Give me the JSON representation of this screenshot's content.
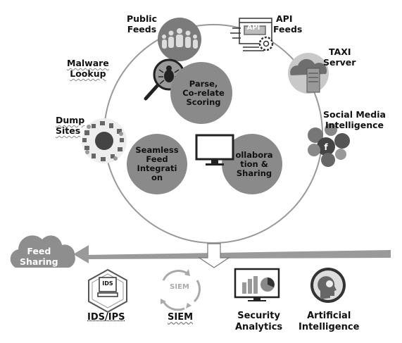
{
  "labels": {
    "public_feeds": [
      "Public",
      "Feeds"
    ],
    "api_feeds": [
      "API",
      "Feeds"
    ],
    "api_screen": "API",
    "malware_lookup": [
      "Malware",
      "Lookup"
    ],
    "taxi_server": [
      "TAXI",
      "Server"
    ],
    "social_media": [
      "Social Media",
      "Intelligence"
    ],
    "dump_sites": [
      "Dump",
      "Sites"
    ]
  },
  "process": {
    "parse": [
      "Parse,",
      "Co-relate",
      "Scoring"
    ],
    "seamless": [
      "Seamless",
      "Feed",
      "Integrati",
      "on"
    ],
    "collab": [
      "ollabora",
      "tion &",
      "Sharing"
    ]
  },
  "feed_sharing": [
    "Feed",
    "Sharing"
  ],
  "outputs": {
    "ids": {
      "label": "IDS/IPS",
      "icon_text": "IDS"
    },
    "siem": {
      "label": "SIEM",
      "icon_text": "SIEM"
    },
    "analytics": {
      "label": [
        "Security",
        "Analytics"
      ]
    },
    "ai": {
      "label": [
        "Artificial",
        "Intelligence"
      ]
    }
  },
  "colors": {
    "gray_circle": "#8a8a8a",
    "arrow": "#9a9a9a",
    "cloud": "#8e8e8e"
  }
}
